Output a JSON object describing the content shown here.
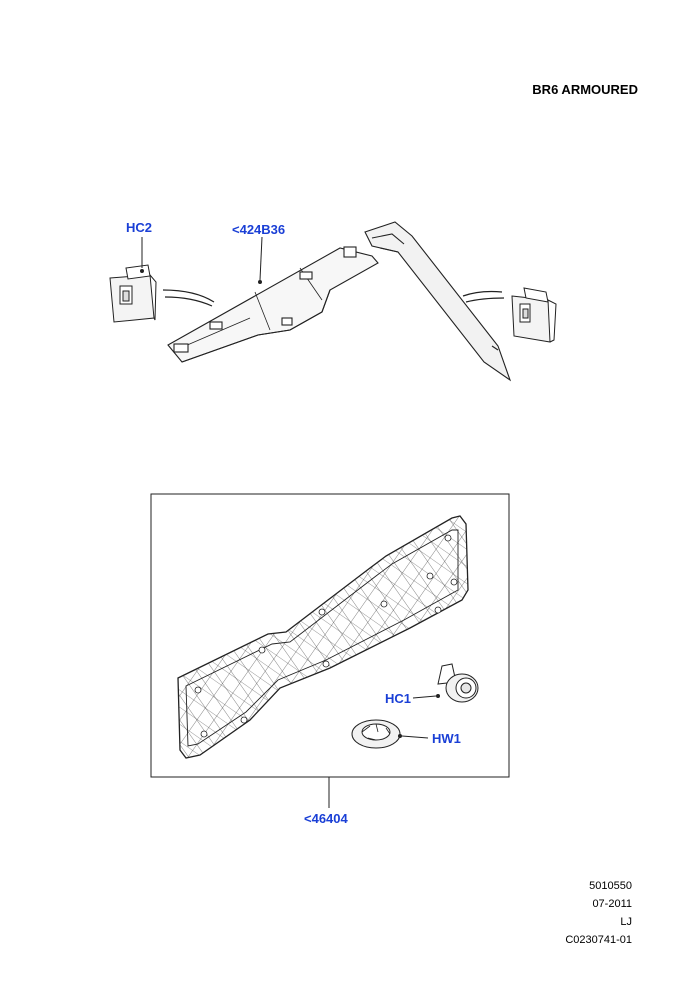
{
  "header": {
    "title": "BR6 ARMOURED"
  },
  "callouts": {
    "hc2": "HC2",
    "upper_part": "<424B36",
    "hc1": "HC1",
    "hw1": "HW1",
    "lower_part": "<46404"
  },
  "footer": {
    "number": "5010550",
    "date": "07-2011",
    "code": "LJ",
    "ref": "C0230741-01"
  },
  "colors": {
    "callout": "#1a3fd6",
    "line": "#222222"
  }
}
